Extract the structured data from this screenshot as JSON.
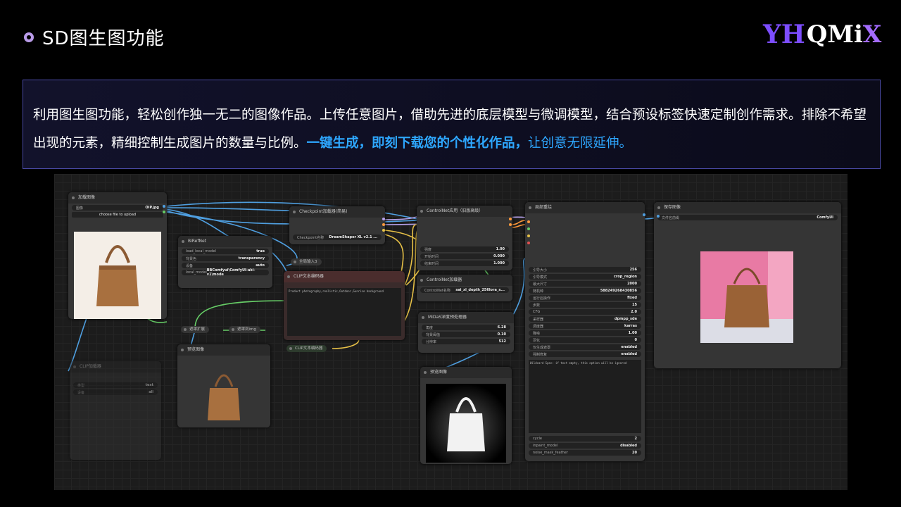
{
  "title": "SD图生图功能",
  "logo": {
    "mark": "YH",
    "text": "QMi",
    "x": "X"
  },
  "intro": {
    "text": "利用图生图功能，轻松创作独一无二的图像作品。上传任意图片，借助先进的底层模型与微调模型，结合预设标签快速定制创作需求。排除不希望出现的元素，精细控制生成图片的数量与比例。",
    "highlight": "一键生成，即刻下载您的个性化作品，",
    "tail": "让创意无限延伸。"
  },
  "nodes": {
    "load_image": {
      "title": "加载图像",
      "image_label": "图像",
      "image_value": "OIP.jpg",
      "upload_button": "choose file to upload"
    },
    "birefnet": {
      "title": "BiRefNet",
      "rows": [
        {
          "label": "load_local_model",
          "value": "true"
        },
        {
          "label": "背景色",
          "value": "transparency"
        },
        {
          "label": "设备",
          "value": "auto"
        },
        {
          "label": "local_model",
          "value": "BBComfyui\\ComfyUI-aki-v1\\mode"
        }
      ]
    },
    "checkpoint": {
      "title": "Checkpoint加载器(简易)",
      "label": "Checkpoint名称",
      "value": "DreamShaper XL v2.1 ..."
    },
    "controlnet_apply": {
      "title": "ControlNet应用（旧版高级）",
      "rows": [
        {
          "label": "强度",
          "value": "1.00"
        },
        {
          "label": "开始时间",
          "value": "0.000"
        },
        {
          "label": "结束时间",
          "value": "1.000"
        }
      ]
    },
    "controlnet_loader": {
      "title": "ControlNet加载器",
      "label": "ControlNet名称",
      "value": "sai_xl_depth_256lora_s..."
    },
    "midas": {
      "title": "MiDaS深度预处理器",
      "rows": [
        {
          "label": "角度",
          "value": "6.28"
        },
        {
          "label": "背景阈值",
          "value": "0.10"
        },
        {
          "label": "分辨率",
          "value": "512"
        }
      ]
    },
    "local_redraw": {
      "title": "局部重绘",
      "rows": [
        {
          "label": "引导大小",
          "value": "256"
        },
        {
          "label": "引导模式",
          "value": "crop_region"
        },
        {
          "label": "最大尺寸",
          "value": "2000"
        },
        {
          "label": "随机种",
          "value": "588249268430856"
        },
        {
          "label": "运行后操作",
          "value": "fixed"
        },
        {
          "label": "步数",
          "value": "15"
        },
        {
          "label": "CFG",
          "value": "2.0"
        },
        {
          "label": "采样器",
          "value": "dpmpp_sde"
        },
        {
          "label": "调度器",
          "value": "karras"
        },
        {
          "label": "降噪",
          "value": "1.00"
        },
        {
          "label": "羽化",
          "value": "0"
        },
        {
          "label": "仅生成遮罩",
          "value": "enabled"
        },
        {
          "label": "强制修复",
          "value": "enabled"
        }
      ],
      "note": "Wildcard Spec: if text empty, this option will be ignored",
      "bottom_rows": [
        {
          "label": "cycle",
          "value": "2"
        },
        {
          "label": "inpaint_model",
          "value": "disabled"
        },
        {
          "label": "noise_mask_feather",
          "value": "20"
        }
      ]
    },
    "save_image": {
      "title": "保存图像",
      "label": "文件名前缀",
      "value": "ComfyUI"
    },
    "clip_text": {
      "title": "CLIP文本编码器",
      "text": "Product photography,realistic,Outdoor,Sunrise background"
    },
    "clip_text2": {
      "title": "CLIP文本编码器"
    },
    "clip_loader": {
      "title": "CLIP加载器",
      "rows": [
        {
          "label": "类型",
          "value": "text"
        },
        {
          "label": "设备",
          "value": "all"
        }
      ]
    },
    "preview1": {
      "title": "预览图像"
    },
    "preview2": {
      "title": "预览图像"
    },
    "reroute_a": {
      "title": "遮罩扩展"
    },
    "reroute_b": {
      "title": "遮罩到img"
    },
    "global_input": {
      "title": "全局输入3"
    }
  },
  "colors": {
    "accent": "#2ea7ff",
    "title_dot": "#b99be8",
    "logo_purple": "#7c4dff"
  }
}
